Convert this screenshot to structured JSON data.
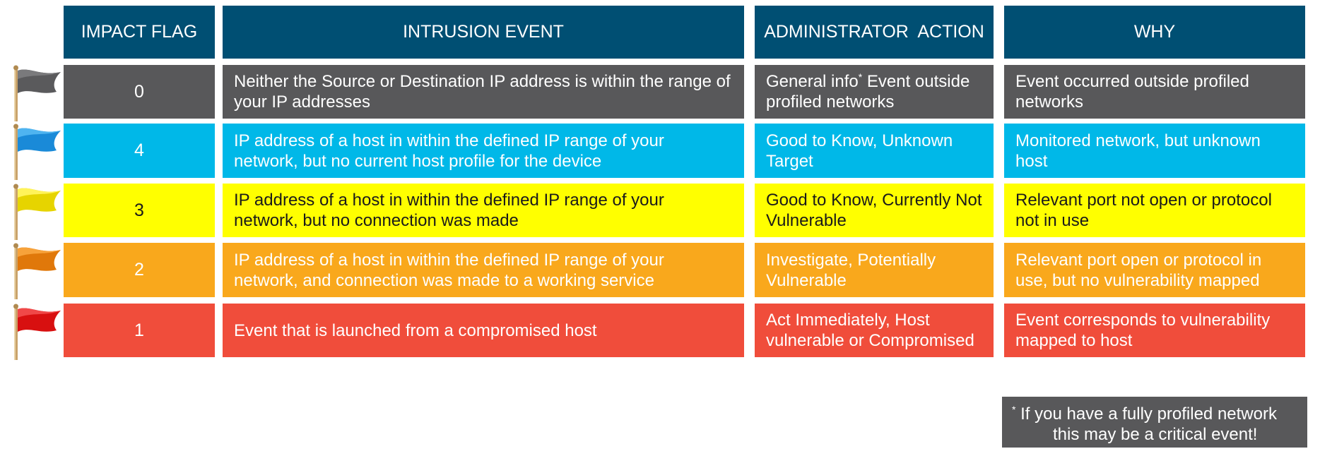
{
  "headers": {
    "impact_flag": "IMPACT FLAG",
    "intrusion_event": "INTRUSION EVENT",
    "admin_action": "ADMINISTRATOR  ACTION",
    "why": "WHY"
  },
  "colors": {
    "header": "#004f73",
    "gray": "#58585a",
    "blue": "#00b8e8",
    "yellow": "#ffff00",
    "orange": "#f9a81c",
    "red": "#f04d3b"
  },
  "icons": [
    "gray-flag-icon",
    "blue-flag-icon",
    "yellow-flag-icon",
    "orange-flag-icon",
    "red-flag-icon"
  ],
  "rows": [
    {
      "flag": "0",
      "event": "Neither the Source or Destination IP address is within the range of your IP addresses",
      "action_pre": "General info",
      "action_mark": "*",
      "action_post": " Event outside profiled networks",
      "why": "Event occurred outside profiled networks"
    },
    {
      "flag": "4",
      "event": "IP address of a host in within the defined IP range of your network, but no current host profile for the device",
      "action": "Good to Know, Unknown Target",
      "why": "Monitored network, but unknown host"
    },
    {
      "flag": "3",
      "event": "IP address of a host in within the defined IP range of your network, but no connection was made",
      "action": "Good to Know, Currently Not Vulnerable",
      "why": "Relevant port not open or protocol not in use"
    },
    {
      "flag": "2",
      "event": "IP address of a host in within the defined IP range of your network, and connection was made to a working service",
      "action": "Investigate, Potentially Vulnerable",
      "why": "Relevant port open or protocol in use, but no vulnerability mapped"
    },
    {
      "flag": "1",
      "event": "Event that is launched from a compromised host",
      "action": "Act Immediately, Host vulnerable or Compromised",
      "why": "Event corresponds to vulnerability mapped to host"
    }
  ],
  "footnote": {
    "mark": "*",
    "line1": " If you have a fully profiled network",
    "line2": "this may be a critical event!"
  }
}
